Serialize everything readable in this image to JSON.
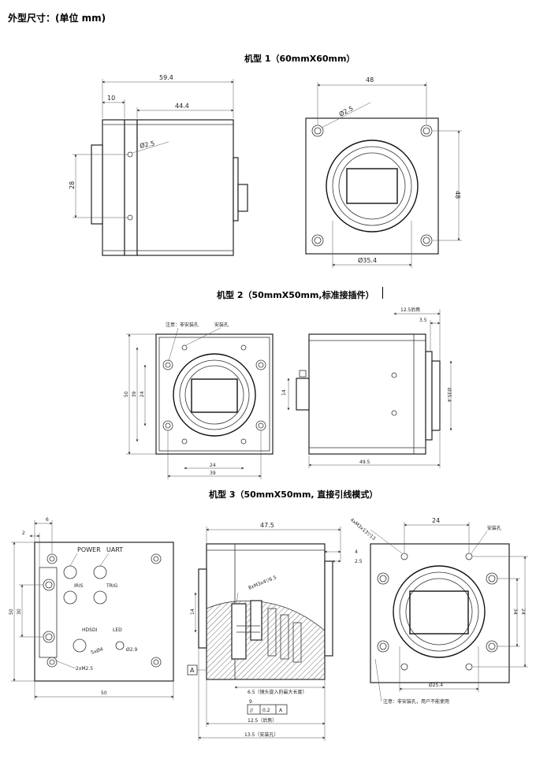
{
  "page_title": "外型尺寸：(单位 mm)",
  "models": [
    {
      "title": "机型 1（60mmX60mm）",
      "side_view": {
        "overall": "59.4",
        "front": "10",
        "body": "44.4",
        "height": "28",
        "hole": "Ø2.5"
      },
      "front_view": {
        "width": "48",
        "height": "48",
        "hole": "Ø2.5",
        "lens": "Ø35.4"
      }
    },
    {
      "title": "机型 2（50mmX50mm,标准接插件）",
      "front_view": {
        "note": "注意：非安装孔",
        "mount_label": "安装孔",
        "h_outer": "50",
        "h_mid": "39",
        "h_inner": "24",
        "w_inner": "24",
        "w_outer": "39"
      },
      "side_view": {
        "d1": "12.5后焦",
        "d2": "3.5",
        "h14": "14",
        "lens": "Ø35.4",
        "length": "49.5"
      }
    },
    {
      "title": "机型 3（50mmX50mm, 直接引线模式）",
      "back_view": {
        "top6": "6",
        "top2": "2",
        "h50": "50",
        "h30": "30",
        "w50": "50",
        "power": "POWER",
        "uart": "UART",
        "iris": "IRIS",
        "trig": "TRIG",
        "hdsdi": "HDSDI",
        "led": "LED",
        "hole_big": "5xØ4",
        "hole_small": "Ø2.9",
        "screw": "2xM2.5"
      },
      "section_view": {
        "length": "47.5",
        "screws": "8xM3x4▽6.5",
        "d4": "4",
        "d25": "2.5",
        "h14": "14",
        "datum": "A",
        "note65": "6.5（镜头旋入的最大长度）",
        "d9": "9",
        "tol_sym": "//",
        "tol_val": "0.2",
        "tol_ref": "A",
        "d125": "12.5（后焦）",
        "d135": "13.5（安装孔）"
      },
      "front_view": {
        "thread": "4xM3x13▽13",
        "w24": "24",
        "mount_label": "安装孔",
        "h34": "34",
        "h24": "24",
        "lens": "Ø25.4",
        "note": "注意：非安装孔，用户不能使用"
      }
    }
  ]
}
